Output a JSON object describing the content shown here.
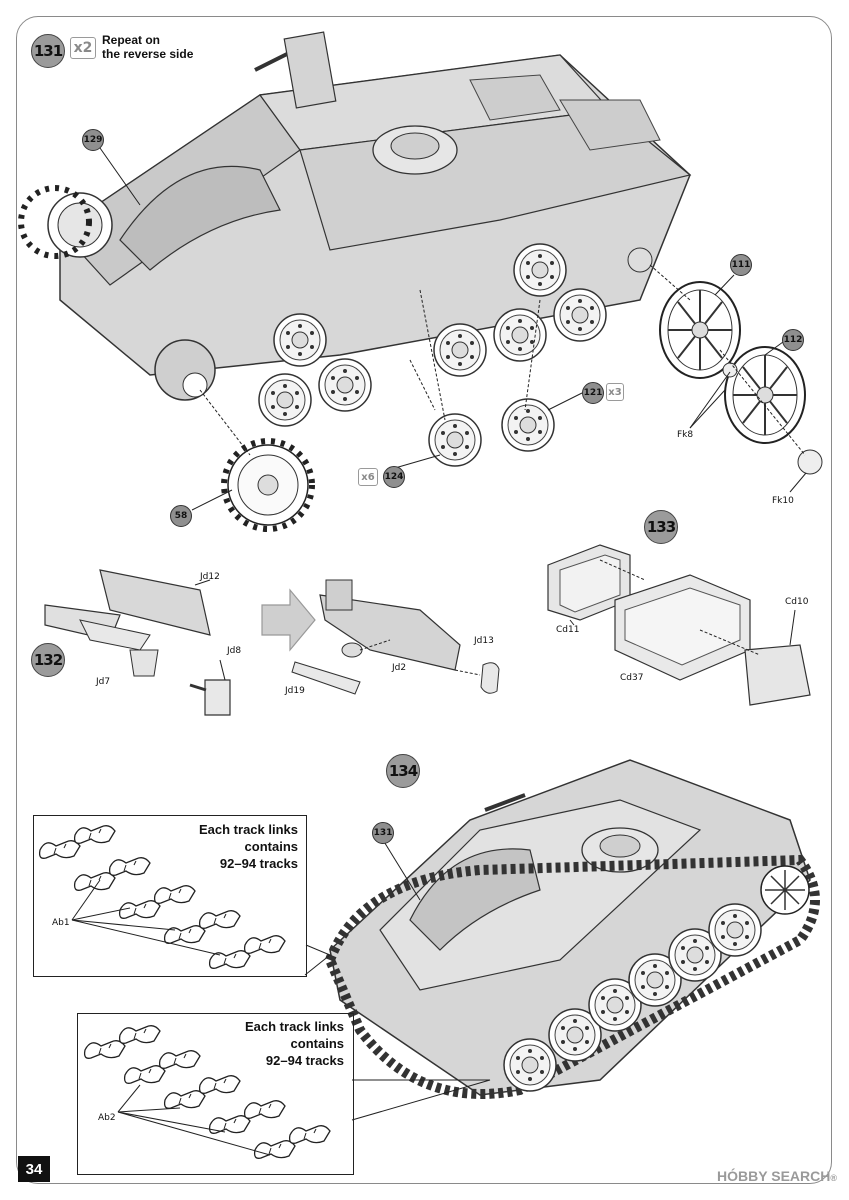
{
  "page": {
    "number": "34",
    "watermark": "HÓBBY SEARCH",
    "watermark_mark": "®"
  },
  "steps": [
    {
      "number": "131",
      "multiplier": "x2",
      "repeat_line1": "Repeat on",
      "repeat_line2": "the reverse side"
    },
    {
      "number": "132"
    },
    {
      "number": "133"
    },
    {
      "number": "134"
    }
  ],
  "callouts": {
    "c129": "129",
    "c111": "111",
    "c112": "112",
    "c121": "121",
    "c121_mult": "x3",
    "c124": "124",
    "c124_mult": "x6",
    "c58": "58",
    "c131": "131"
  },
  "part_labels": {
    "fk8": "Fk8",
    "fk10": "Fk10",
    "jd12": "Jd12",
    "jd8": "Jd8",
    "jd7": "Jd7",
    "jd13": "Jd13",
    "jd2": "Jd2",
    "jd19": "Jd19",
    "cd11": "Cd11",
    "cd37": "Cd37",
    "cd10": "Cd10",
    "ab1": "Ab1",
    "ab2": "Ab2"
  },
  "notes": {
    "track1": [
      "Each track links",
      "contains",
      "92–94 tracks"
    ],
    "track2": [
      "Each track links",
      "contains",
      "92–94 tracks"
    ]
  }
}
